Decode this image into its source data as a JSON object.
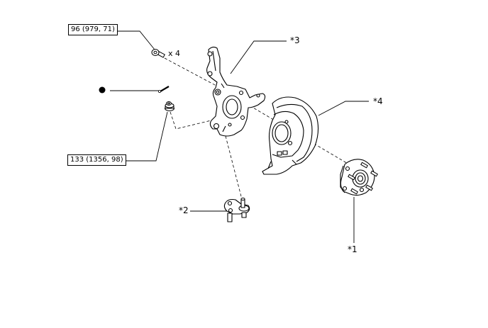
{
  "torque_specs": {
    "bolt": "96 (979, 71)",
    "nut": "133 (1356, 98)"
  },
  "quantity": "x 4",
  "callouts": {
    "hub": "*1",
    "ball_joint": "*2",
    "knuckle": "*3",
    "dust_cover": "*4"
  },
  "icons": {
    "non_reusable_part": "filled-circle-icon"
  },
  "colors": {
    "line": "#000000",
    "fill": "#ffffff"
  }
}
